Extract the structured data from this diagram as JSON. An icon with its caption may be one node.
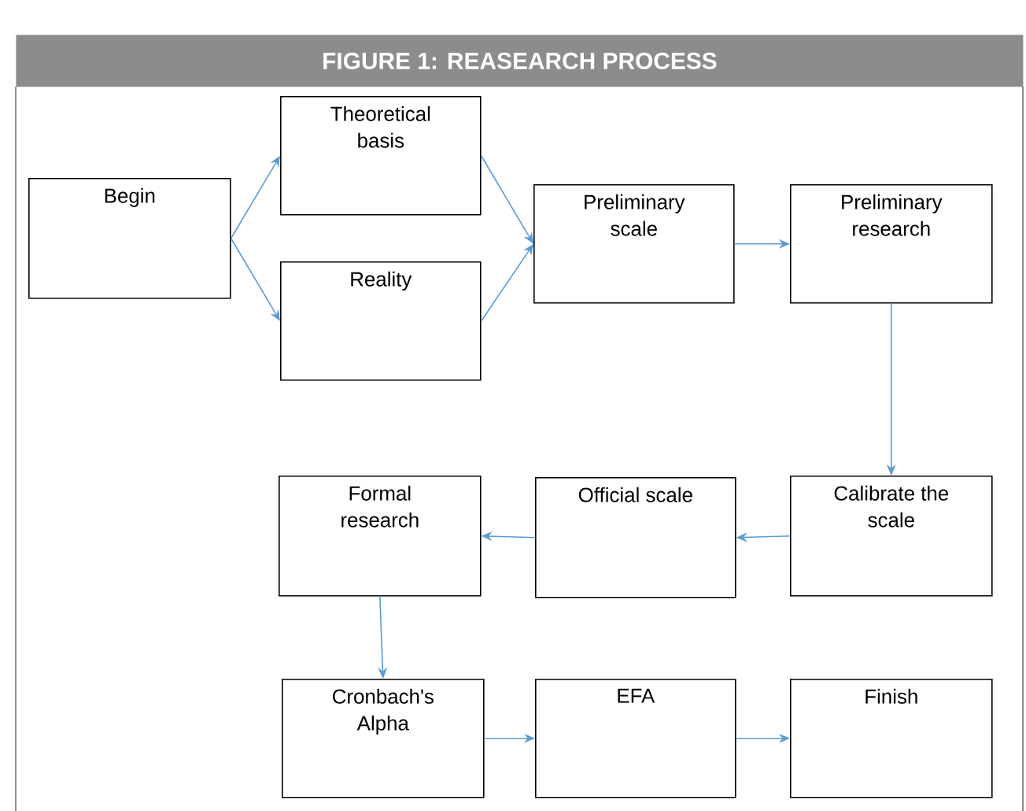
{
  "diagram": {
    "title": "FIGURE 1: REASEARCH PROCESS",
    "nodes": [
      {
        "text": [
          "Begin"
        ]
      },
      {
        "text": [
          "Theoretical basis"
        ]
      },
      {
        "text": [
          "Reality"
        ]
      },
      {
        "text": [
          "Preliminary scale"
        ]
      },
      {
        "text": [
          "Preliminary research"
        ]
      },
      {
        "text": [
          "Calibrate the scale"
        ]
      },
      {
        "text": [
          "Official scale"
        ]
      },
      {
        "text": [
          "Formal research"
        ]
      },
      {
        "text": [
          "Cronbach's Alpha"
        ]
      },
      {
        "text": [
          "EFA"
        ]
      },
      {
        "text": [
          "Finish"
        ]
      }
    ],
    "edges": [
      {
        "from": 0,
        "to": 1,
        "arrow": "to"
      },
      {
        "from": 0,
        "to": 2,
        "arrow": "to"
      },
      {
        "from": 1,
        "to": 3,
        "arrow": "to"
      },
      {
        "from": 2,
        "to": 3,
        "arrow": "to"
      },
      {
        "from": 3,
        "to": 4,
        "arrow": "to"
      },
      {
        "from": 4,
        "to": 5,
        "arrow": "to"
      },
      {
        "from": 5,
        "to": 6,
        "arrow": "to"
      },
      {
        "from": 6,
        "to": 7,
        "arrow": "to"
      },
      {
        "from": 7,
        "to": 8,
        "arrow": "to"
      },
      {
        "from": 8,
        "to": 9,
        "arrow": "to"
      },
      {
        "from": 9,
        "to": 10,
        "arrow": "to"
      }
    ]
  }
}
